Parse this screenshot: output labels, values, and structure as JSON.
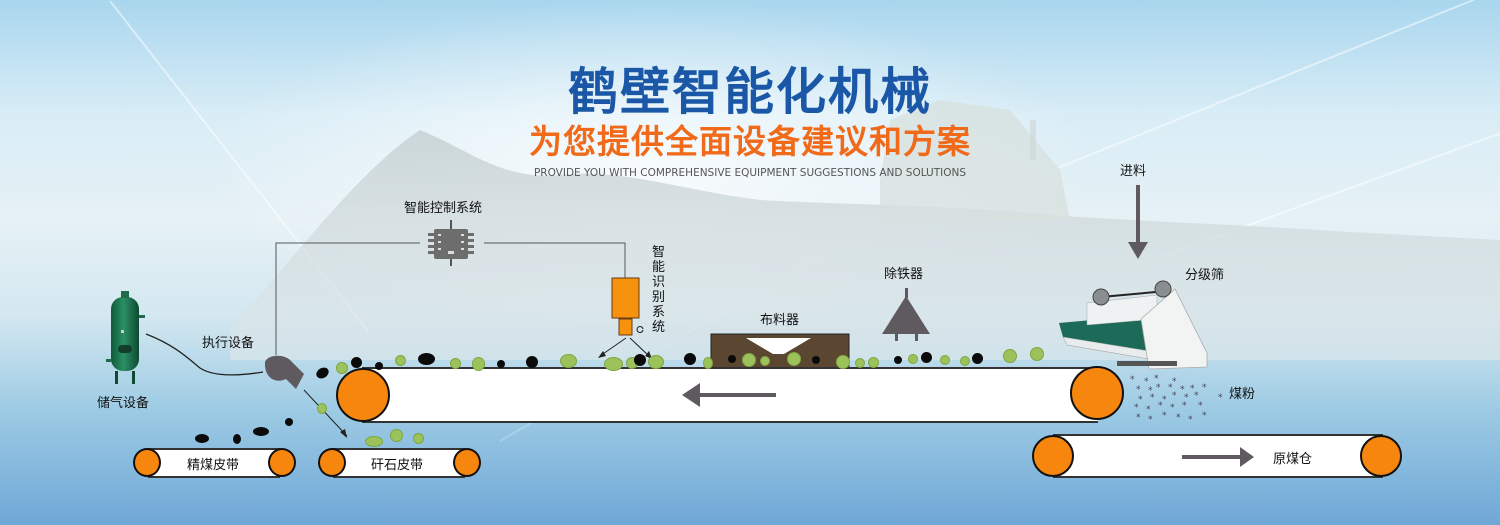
{
  "header": {
    "title": "鹤壁智能化机械",
    "subtitle": "为您提供全面设备建议和方案",
    "tagline": "PROVIDE YOU WITH COMPREHENSIVE EQUIPMENT SUGGESTIONS AND SOLUTIONS"
  },
  "diagram": {
    "labels": {
      "control_system": "智能控制系统",
      "recognition_system": "智能识别系统",
      "actuator": "执行设备",
      "air_storage": "储气设备",
      "distributor": "布料器",
      "iron_remover": "除铁器",
      "feed": "进料",
      "classifying_screen": "分级筛",
      "coal_powder": "煤粉"
    },
    "belts": {
      "clean_coal": "精煤皮带",
      "gangue": "矸石皮带",
      "raw_coal_bin": "原煤仓"
    },
    "icons": {
      "control_chip": "chip-icon",
      "camera": "camera-icon",
      "air_tank": "air-tank-icon",
      "nozzle": "nozzle-icon",
      "magnet": "magnet-icon",
      "screen": "vibrating-screen-icon",
      "main_flow_arrow": "arrow-left-icon",
      "raw_flow_arrow": "arrow-right-icon",
      "feed_arrow": "arrow-down-icon"
    },
    "colors": {
      "roller": "#f7860f",
      "title_blue": "#1a57a6",
      "subtitle_orange": "#f06a1a",
      "coal": "#0a0a0a",
      "gangue": "#9cc25b",
      "device_gray": "#5f5a60",
      "distributor_brown": "#5a4631"
    }
  }
}
